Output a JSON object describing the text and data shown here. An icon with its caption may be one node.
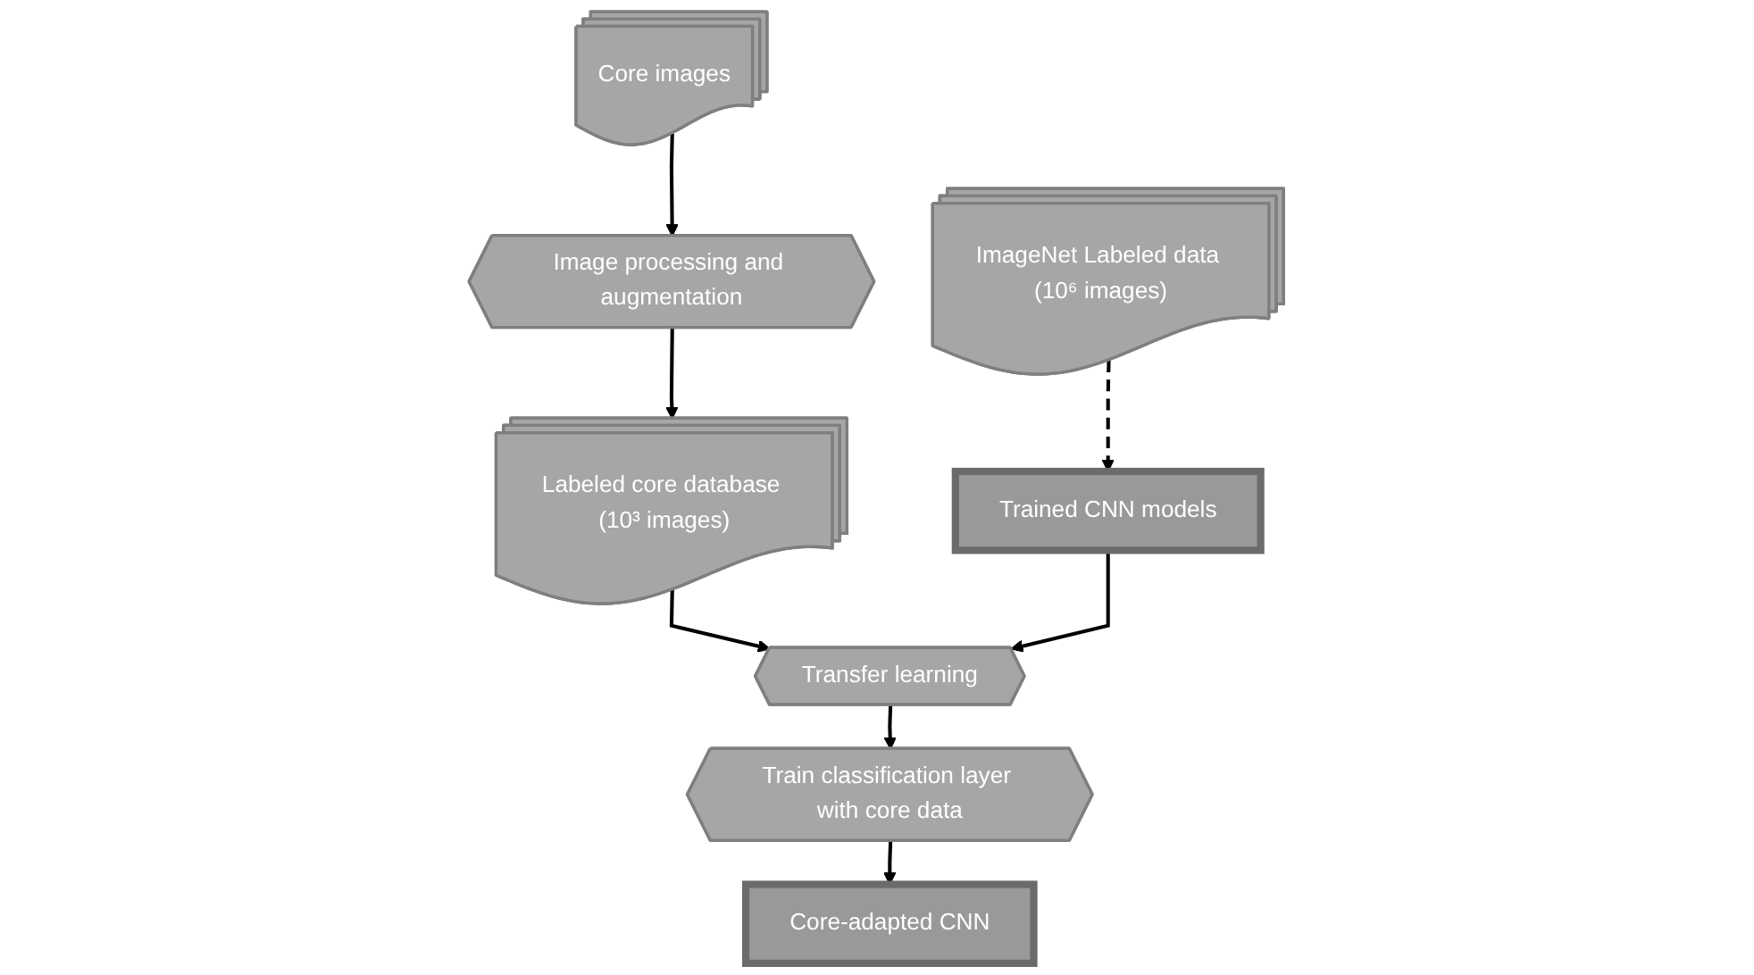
{
  "diagram": {
    "nodes": [
      {
        "text": [
          "Core images"
        ]
      },
      {
        "text": [
          "Image processing and augmentation"
        ]
      },
      {
        "text": [
          "Labeled core database (10³ images)"
        ]
      },
      {
        "text": [
          "ImageNet Labeled data (10⁶ images)"
        ]
      },
      {
        "text": [
          "Trained CNN models"
        ]
      },
      {
        "text": [
          "Transfer learning"
        ]
      },
      {
        "text": [
          "Train classification layer with core data"
        ]
      },
      {
        "text": [
          "Core-adapted CNN"
        ]
      }
    ],
    "edges": [
      {
        "from": 0,
        "to": 1,
        "arrow": "to"
      },
      {
        "from": 1,
        "to": 2,
        "arrow": "to"
      },
      {
        "from": 3,
        "to": 4,
        "arrow": "to",
        "style": "dashed"
      },
      {
        "from": 2,
        "to": 5,
        "arrow": "to"
      },
      {
        "from": 4,
        "to": 5,
        "arrow": "to"
      },
      {
        "from": 5,
        "to": 6,
        "arrow": "to"
      },
      {
        "from": 6,
        "to": 7,
        "arrow": "to"
      }
    ]
  }
}
